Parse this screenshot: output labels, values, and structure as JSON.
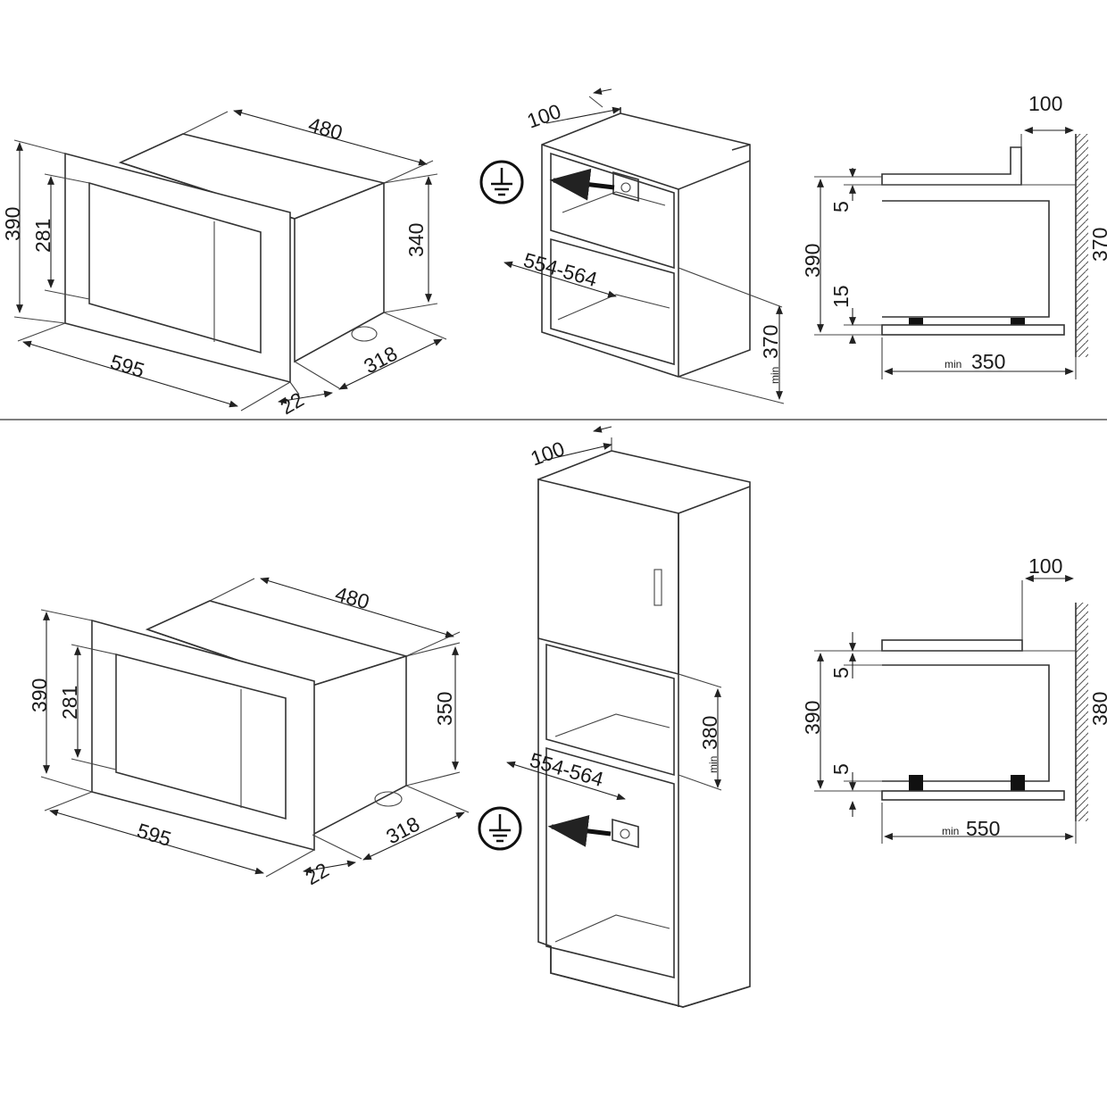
{
  "top_row": {
    "appliance": {
      "depth": "480",
      "total_height": "390",
      "window_height": "281",
      "body_height": "340",
      "width": "595",
      "body_depth": "318",
      "frame_depth": "22"
    },
    "cabinet": {
      "clearance": "100",
      "opening_width": "554-564",
      "opening_height": "370",
      "min_prefix": "min"
    },
    "side_view": {
      "rear_gap": "100",
      "gap_top": "5",
      "total_height": "390",
      "gap_bottom": "15",
      "min_height": "370",
      "min_prefix": "min",
      "min_depth": "350"
    }
  },
  "bottom_row": {
    "appliance": {
      "depth": "480",
      "total_height": "390",
      "window_height": "281",
      "body_height": "350",
      "width": "595",
      "body_depth": "318",
      "frame_depth": "22"
    },
    "cabinet": {
      "clearance": "100",
      "opening_width": "554-564",
      "opening_height": "380",
      "min_prefix": "min"
    },
    "side_view": {
      "rear_gap": "100",
      "gap_top": "5",
      "total_height": "390",
      "gap_bottom": "5",
      "min_height": "380",
      "min_prefix": "min",
      "min_depth": "550"
    }
  },
  "colors": {
    "line": "#333333",
    "background": "#ffffff",
    "ground_symbol": "#111111"
  },
  "icons": [
    "ground-symbol-icon",
    "arrow-icon",
    "electrical-socket-icon"
  ]
}
